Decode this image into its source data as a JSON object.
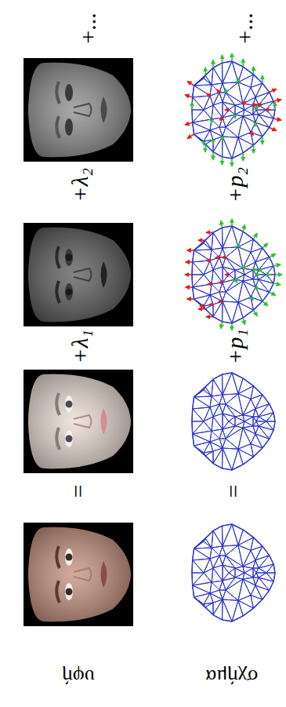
{
  "diagram": {
    "labels": [
      "σχήμα",
      "υφή",
      "=",
      "+p₁",
      "+p₂",
      "+...",
      "=",
      "+λ₁",
      "+λ₂",
      "+..."
    ]
  }
}
